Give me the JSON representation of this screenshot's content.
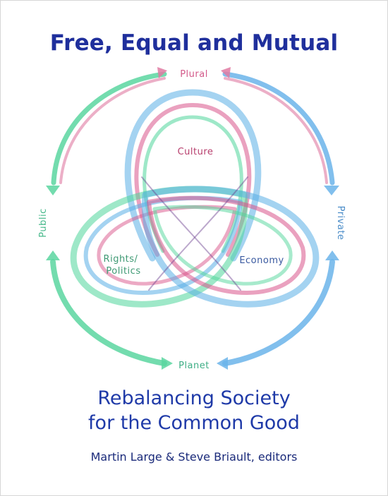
{
  "cover": {
    "title": "Free, Equal and Mutual",
    "diagram": {
      "top_label": "Plural",
      "bottom_label": "Planet",
      "left_label": "Public",
      "right_label": "Private",
      "center_labels": {
        "culture": "Culture",
        "rights_line1": "Rights/",
        "rights_line2": "Politics",
        "economy": "Economy"
      },
      "colors": {
        "pink": "#d9548a",
        "green": "#4fd69a",
        "blue": "#5aaee6",
        "purple": "#6b3f8f"
      }
    },
    "subtitle_line1": "Rebalancing Society",
    "subtitle_line2": "for the Common Good",
    "editors": "Martin Large & Steve Briault, editors"
  }
}
